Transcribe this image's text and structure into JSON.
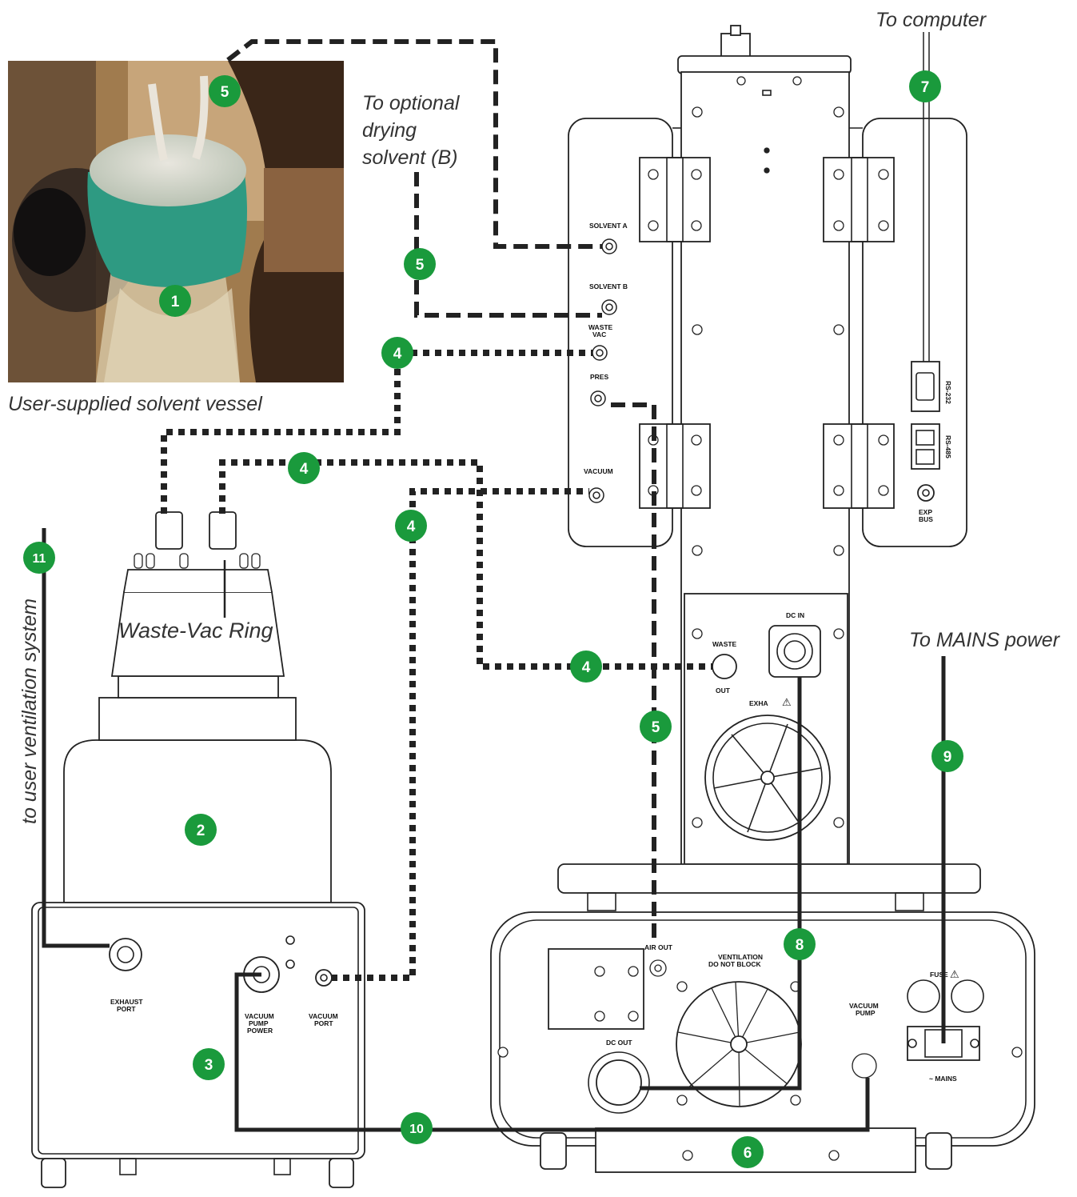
{
  "labels": {
    "to_computer": "To computer",
    "optional_solvent": [
      "To optional",
      "drying",
      "solvent (B)"
    ],
    "user_vessel": "User-supplied solvent vessel",
    "waste_vac_ring": "Waste-Vac Ring",
    "to_mains": "To MAINS power",
    "ventilation": "to user ventilation system"
  },
  "panel_labels": {
    "solvent_a": "SOLVENT A",
    "solvent_b": "SOLVENT B",
    "waste_vac": [
      "WASTE",
      "VAC"
    ],
    "pres": "PRES",
    "vacuum": "VACUUM",
    "rs232": "RS-232",
    "rs485": "RS-485",
    "exp_bus": [
      "EXP",
      "BUS"
    ],
    "dc_in": "DC IN",
    "waste_out": [
      "WASTE",
      "OUT"
    ],
    "exhaust": "EXHA",
    "air_out": "AIR OUT",
    "ventilation": [
      "VENTILATION",
      "DO NOT BLOCK"
    ],
    "vacuum_pump": [
      "VACUUM",
      "PUMP"
    ],
    "fuse": "FUSE",
    "mains": "~ MAINS",
    "dc_out": "DC OUT",
    "exhaust_port": [
      "EXHAUST",
      "PORT"
    ],
    "vacuum_pump_power": [
      "VACUUM",
      "PUMP",
      "POWER"
    ],
    "vacuum_port": [
      "VACUUM",
      "PORT"
    ]
  },
  "callouts": [
    "1",
    "2",
    "3",
    "4",
    "4",
    "4",
    "4",
    "5",
    "5",
    "5",
    "6",
    "7",
    "8",
    "9",
    "10",
    "11"
  ],
  "colors": {
    "badge": "#1a9a3c",
    "line": "#222222"
  }
}
